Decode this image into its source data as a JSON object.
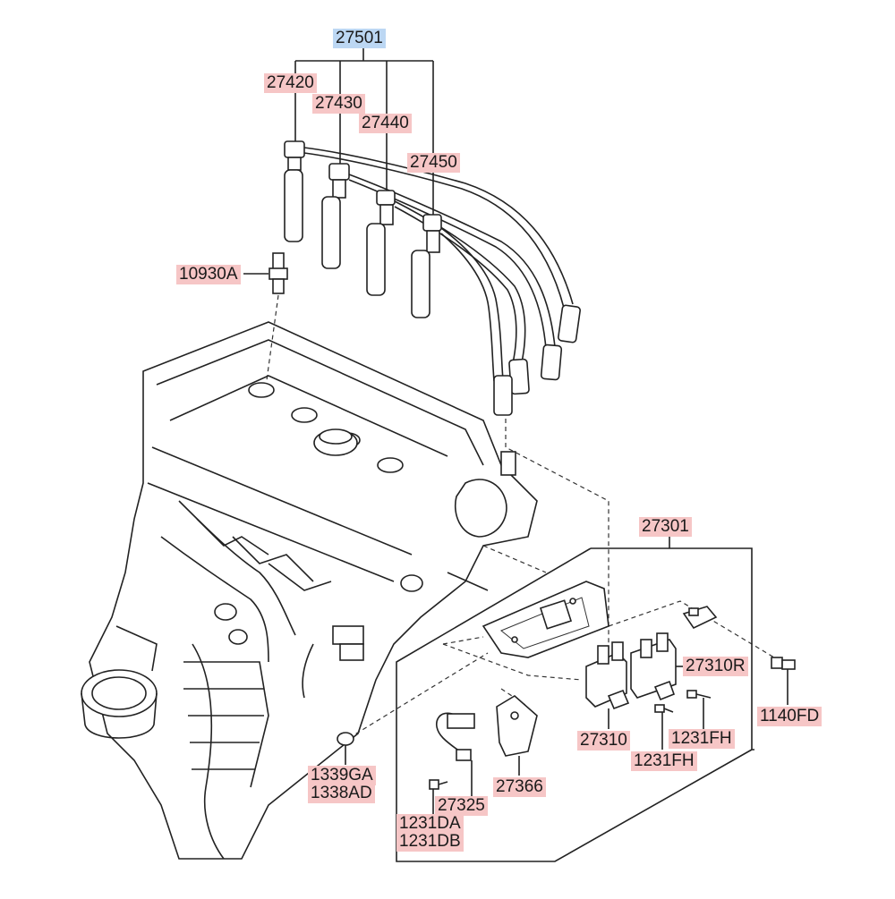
{
  "colors": {
    "label_highlight": "#f6c6c6",
    "assembly_highlight": "#bcd7f3",
    "line": "#222222"
  },
  "labels": {
    "assembly_27501": "27501",
    "p27420": "27420",
    "p27430": "27430",
    "p27440": "27440",
    "p27450": "27450",
    "p10930A": "10930A",
    "assembly_27301": "27301",
    "p27310R": "27310R",
    "p1140FD": "1140FD",
    "p27310": "27310",
    "p1231FH_a": "1231FH",
    "p1231FH_b": "1231FH",
    "p1339GA": "1339GA",
    "p1338AD": "1338AD",
    "p27366": "27366",
    "p27325": "27325",
    "p1231DA": "1231DA",
    "p1231DB": "1231DB"
  }
}
